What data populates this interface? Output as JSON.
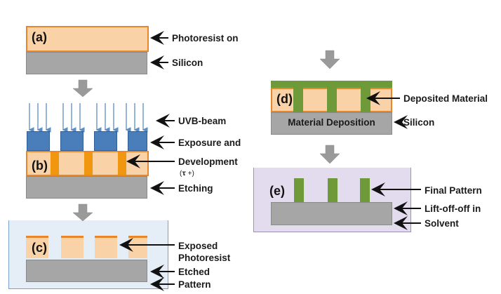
{
  "panels": {
    "a": {
      "letter": "(a)",
      "labels": [
        "Photoresist on",
        "Silicon"
      ]
    },
    "b": {
      "letter": "(b)",
      "labels": [
        "UVB-beam",
        "Exposure and",
        "Development",
        "(𝛕 +)",
        "Etching"
      ]
    },
    "c": {
      "letter": "(c)",
      "labels": [
        "Exposed",
        "Photoresist",
        "Etched",
        "Pattern"
      ]
    },
    "d": {
      "letter": "(d)",
      "inner_label": "Material Deposition",
      "labels": [
        "Deposited Material",
        "Silicon"
      ]
    },
    "e": {
      "letter": "(e)",
      "labels": [
        "Final Pattern",
        "Lift-off-off in",
        "Solvent"
      ]
    }
  },
  "colors": {
    "photoresist": "#FAD2A8",
    "photoresist_border": "#E8872A",
    "silicon": "#A6A6A6",
    "mask": "#4A7EBB",
    "exposed": "#F0960F",
    "deposit": "#6F9A3A",
    "beam": "#5B8DC7",
    "solvent_c": "#E5EEF7",
    "solvent_e": "#E3DCEF",
    "step_arrow": "#9A9A9A"
  }
}
